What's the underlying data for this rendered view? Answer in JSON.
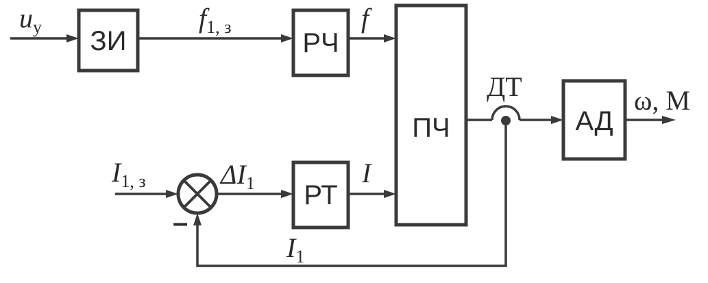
{
  "blocks": {
    "zi": "ЗИ",
    "rch": "РЧ",
    "pch": "ПЧ",
    "rt": "РТ",
    "ad": "АД"
  },
  "sensor_label": "ДТ",
  "signals": {
    "input_u": {
      "main": "u",
      "sub": "у"
    },
    "f_set": {
      "main": "f",
      "sub": "1, з"
    },
    "f": "f",
    "i_set": {
      "main": "I",
      "sub": "1, з"
    },
    "delta_i": {
      "delta": "Δ",
      "main": "I",
      "sub": "1"
    },
    "i": "I",
    "i_feedback": {
      "main": "I",
      "sub": "1"
    },
    "output": "ω, М"
  },
  "summing_sign": "–"
}
